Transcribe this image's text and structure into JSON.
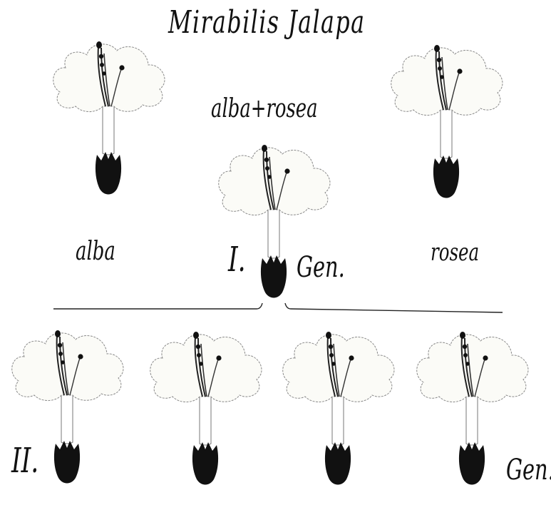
{
  "title": "Mirabilis Jalapa",
  "parents": {
    "left_label": "alba",
    "right_label": "rosea"
  },
  "first_generation": {
    "cross_label": "alba+rosea",
    "generation_number": "I.",
    "generation_word": "Gen."
  },
  "second_generation": {
    "generation_number": "II.",
    "generation_word": "Gen.",
    "offspring_count_shown": 4
  },
  "colors": {
    "ink": "#111111",
    "petal_fill": "#fbfbf7",
    "petal_edge": "#6b6b6b"
  }
}
